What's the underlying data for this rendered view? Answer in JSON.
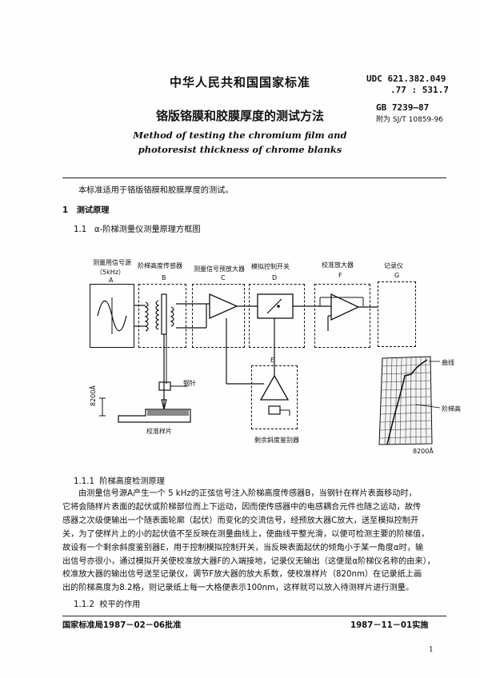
{
  "header": {
    "standard_org": "中华人民共和国国家标准",
    "udc_line1": "UDC 621.382.049",
    "udc_line2": ".77 : 531.7",
    "gb_number": "GB 7239—87",
    "replaces": "附为 SJ/T 10859-96",
    "title_cn": "铬版铬膜和胶膜厚度的测试方法",
    "title_en_line1": "Method of testing the chromium film and",
    "title_en_line2": "photoresist thickness of chrome blanks"
  },
  "intro": "本标准适用于铬版铬膜和胶膜厚度的测试。",
  "section1": {
    "number": "1",
    "title": "测试原理"
  },
  "section1_1": {
    "number": "1.1",
    "title": "α-阶梯测量仪测量原理方框图"
  },
  "diagram": {
    "label_a": "测量用信号源",
    "label_a2": "（5kHz）",
    "letter_a": "A",
    "label_b": "阶梯高度传感器",
    "letter_b": "B",
    "label_c": "测量信号预放大器",
    "letter_c": "C",
    "label_d": "模拟控制开关",
    "letter_d": "D",
    "label_f": "校准放大器",
    "letter_f": "F",
    "label_g": "记录仪",
    "letter_g": "G",
    "label_e": "剩余斜度鉴别器",
    "letter_e": "E",
    "label_needle": "钢针",
    "label_sample": "校准样片",
    "label_8200_left": "8200Å",
    "label_curve": "曲线",
    "label_step": "阶梯高",
    "label_8200_right": "8200Å"
  },
  "section1_1_1": {
    "number": "1.1.1",
    "title": "阶梯高度检测原理"
  },
  "body_lines": [
    "由测量信号源A产生一个 5 kHz的正弦信号注入阶梯高度传感器B，当钢针在样片表面移动时，",
    "它将会随样片表面的起伏或阶梯部位而上下运动，因而使传感器中的电感耦合元件也随之运动，故传",
    "感器之次级便输出一个随表面轮廓（起伏）而变化的交流信号，经预放大器C放大，送至模拟控制开",
    "关，为了使样片上的小的起伏值不至反映在测量曲线上，使曲线平整光滑，以便可检测主要的阶梯值，",
    "故设有一个剩余斜度鉴别器E，用于控制模拟控制开关，当反映表面起伏的倾角小于某一角度α时，输",
    "出信号亦很小，通过模拟开关使校准放大器F的入端接地，记录仪无输出（这便是α阶梯仪名称的由来），",
    "校准放大器的输出信号送至记录仪，调节F放大器的放大系数，使校准样片（820nm）在记录纸上画",
    "出的阶梯高度为8.2格，则记录纸上每一大格便表示100nm，这样就可以放入待测样片进行测量。"
  ],
  "section1_1_2": {
    "number": "1.1.2",
    "title": "校平的作用"
  },
  "footer": {
    "approved": "国家标准局1987－02－06批准",
    "effective": "1987－11－01实施",
    "page": "1"
  }
}
